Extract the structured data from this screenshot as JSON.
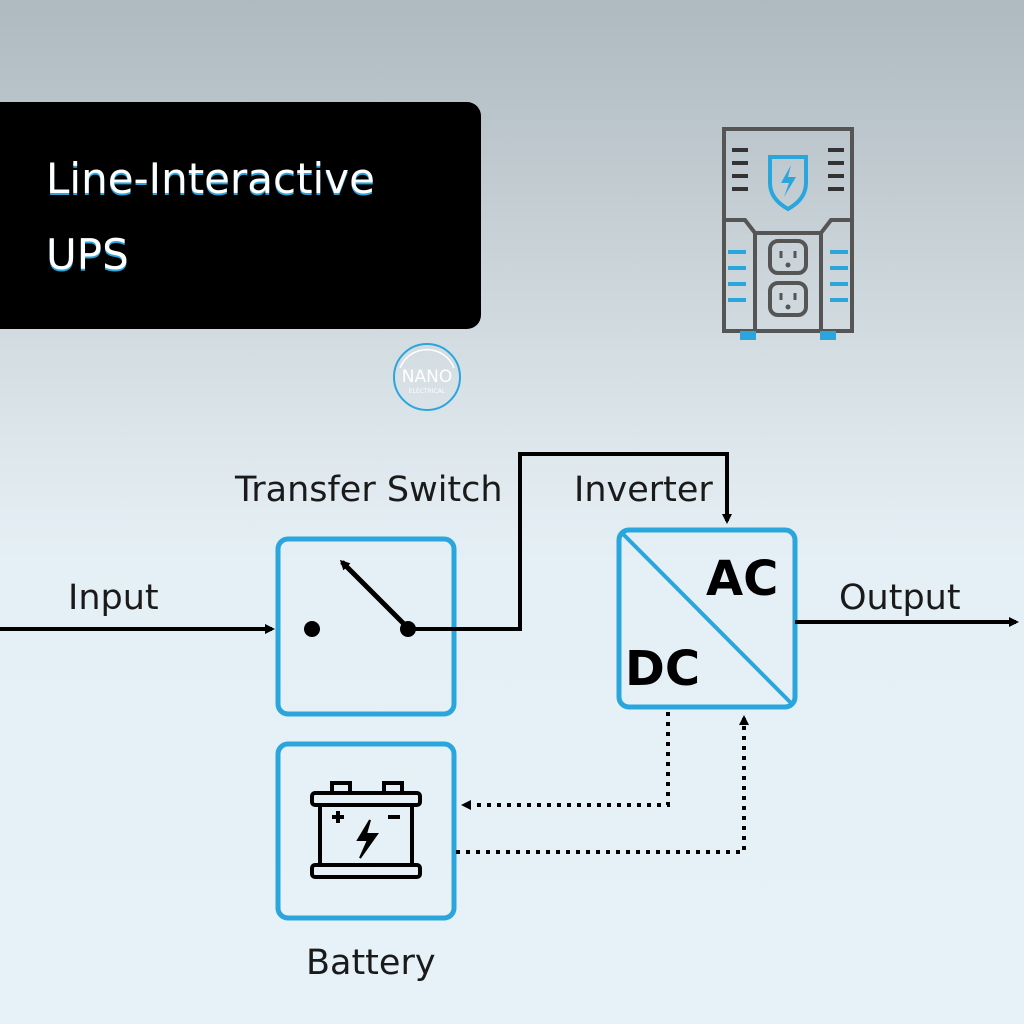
{
  "title": {
    "line1": "Line-Interactive",
    "line2": "UPS"
  },
  "logo": {
    "name": "NANO",
    "sub": "ELECTRICAL"
  },
  "labels": {
    "input": "Input",
    "transfer_switch": "Transfer Switch",
    "inverter": "Inverter",
    "output": "Output",
    "battery": "Battery",
    "ac": "AC",
    "dc": "DC"
  },
  "colors": {
    "accent": "#2aa6dc",
    "line": "#000000",
    "icon_gray": "#555555"
  },
  "icons": [
    "ups-device-icon",
    "battery-icon",
    "switch-icon",
    "lightning-icon"
  ]
}
